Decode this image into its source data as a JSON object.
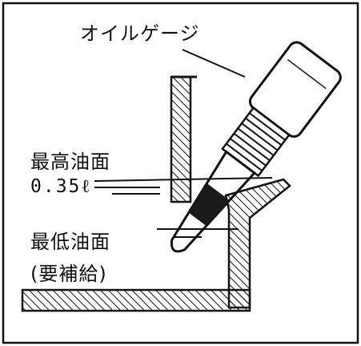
{
  "labels": {
    "oil_gauge": "オイルゲージ",
    "max_level": "最高油面",
    "capacity": "0.35ℓ",
    "min_level": "最低油面",
    "refill_note": "(要補給)"
  },
  "colors": {
    "ink": "#111111",
    "background": "#ffffff"
  }
}
